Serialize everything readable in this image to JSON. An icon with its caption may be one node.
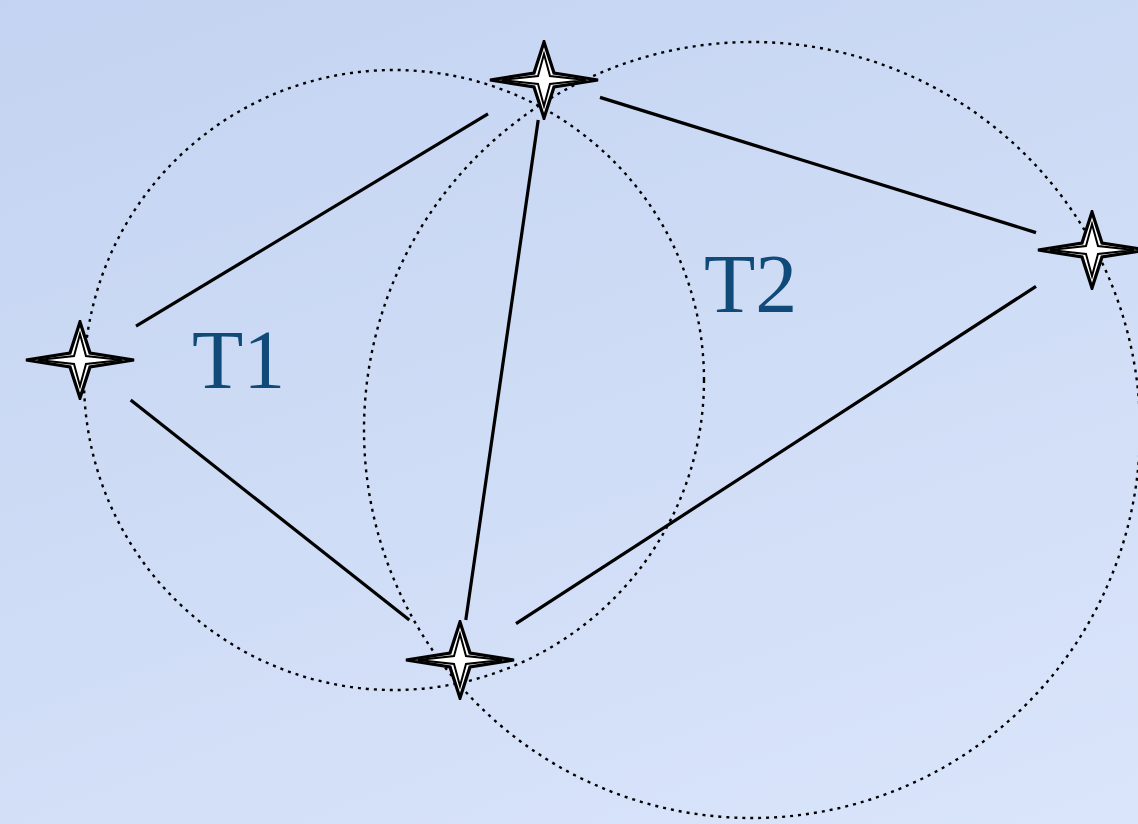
{
  "diagram": {
    "nodes": [
      {
        "text": [],
        "shape": "star"
      },
      {
        "text": [],
        "shape": "star"
      },
      {
        "text": [],
        "shape": "star"
      },
      {
        "text": [],
        "shape": "star"
      }
    ],
    "edges": [
      {
        "from": 0,
        "to": 1,
        "arrow": "none"
      },
      {
        "from": 1,
        "to": 2,
        "arrow": "none"
      },
      {
        "from": 0,
        "to": 3,
        "arrow": "none"
      },
      {
        "from": 1,
        "to": 3,
        "arrow": "none"
      },
      {
        "from": 3,
        "to": 2,
        "arrow": "none"
      }
    ],
    "labels": [
      "T1",
      "T2"
    ]
  }
}
